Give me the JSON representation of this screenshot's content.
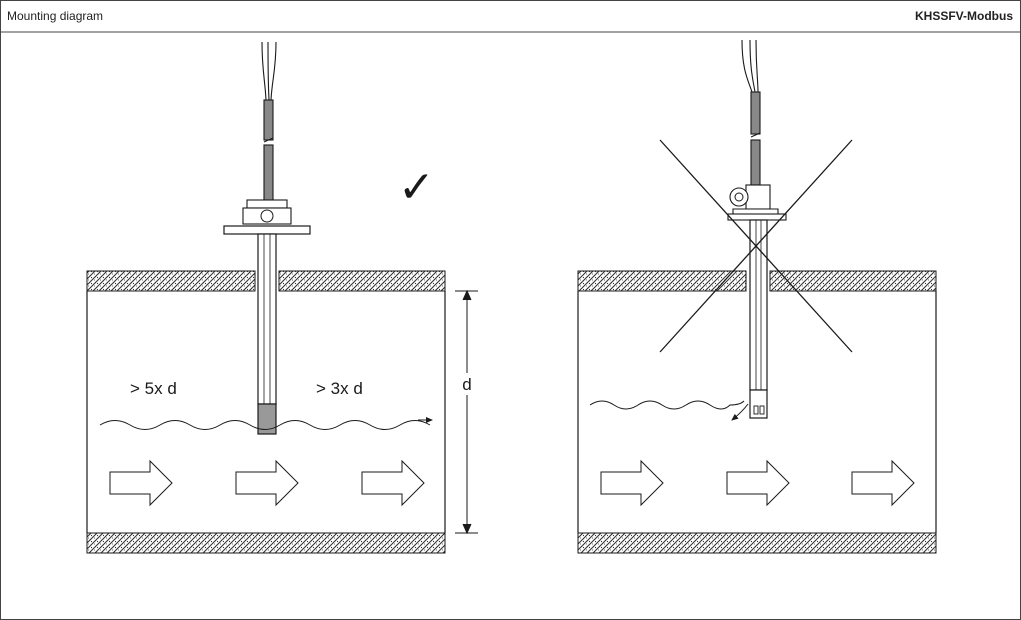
{
  "header": {
    "section_title": "Mounting diagram",
    "product_name": "KHSSFV-Modbus"
  },
  "left_diagram": {
    "correct_mark": "✓",
    "upstream_distance": "> 5x d",
    "downstream_distance": "> 3x d",
    "diameter_label": "d"
  },
  "right_diagram": {
    "wrong_mark": "×"
  },
  "colors": {
    "line": "#1a1a1a",
    "pipe_wall_hatch": "#333333",
    "background": "#ffffff"
  }
}
